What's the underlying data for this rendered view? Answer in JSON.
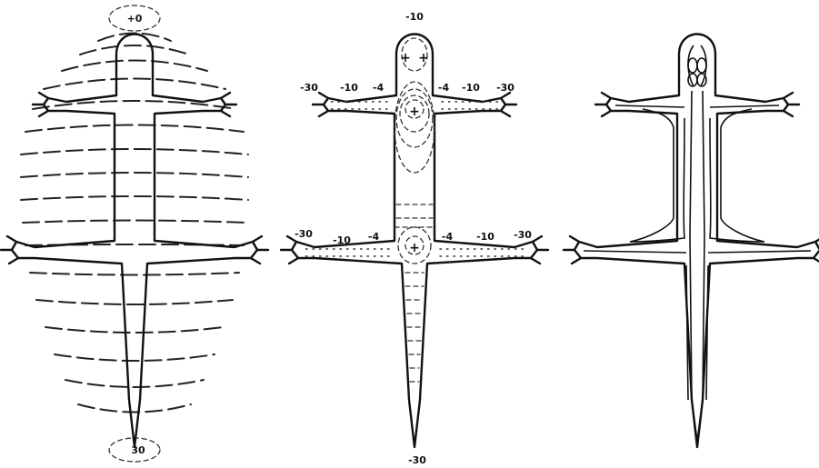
{
  "figure": {
    "left_panel": {
      "head_label": "+0",
      "tail_label": "30"
    },
    "middle_panel": {
      "head_label": "-10",
      "forelimb_labels": [
        "-30",
        "-10",
        "-4",
        "-4",
        "-10",
        "-30"
      ],
      "hindlimb_labels": [
        "-30",
        "-10",
        "-4",
        "-4",
        "-10",
        "-30"
      ],
      "tail_label": "-30",
      "plus_marks": [
        "+",
        "+",
        "+",
        "+"
      ]
    },
    "right_panel": {}
  }
}
